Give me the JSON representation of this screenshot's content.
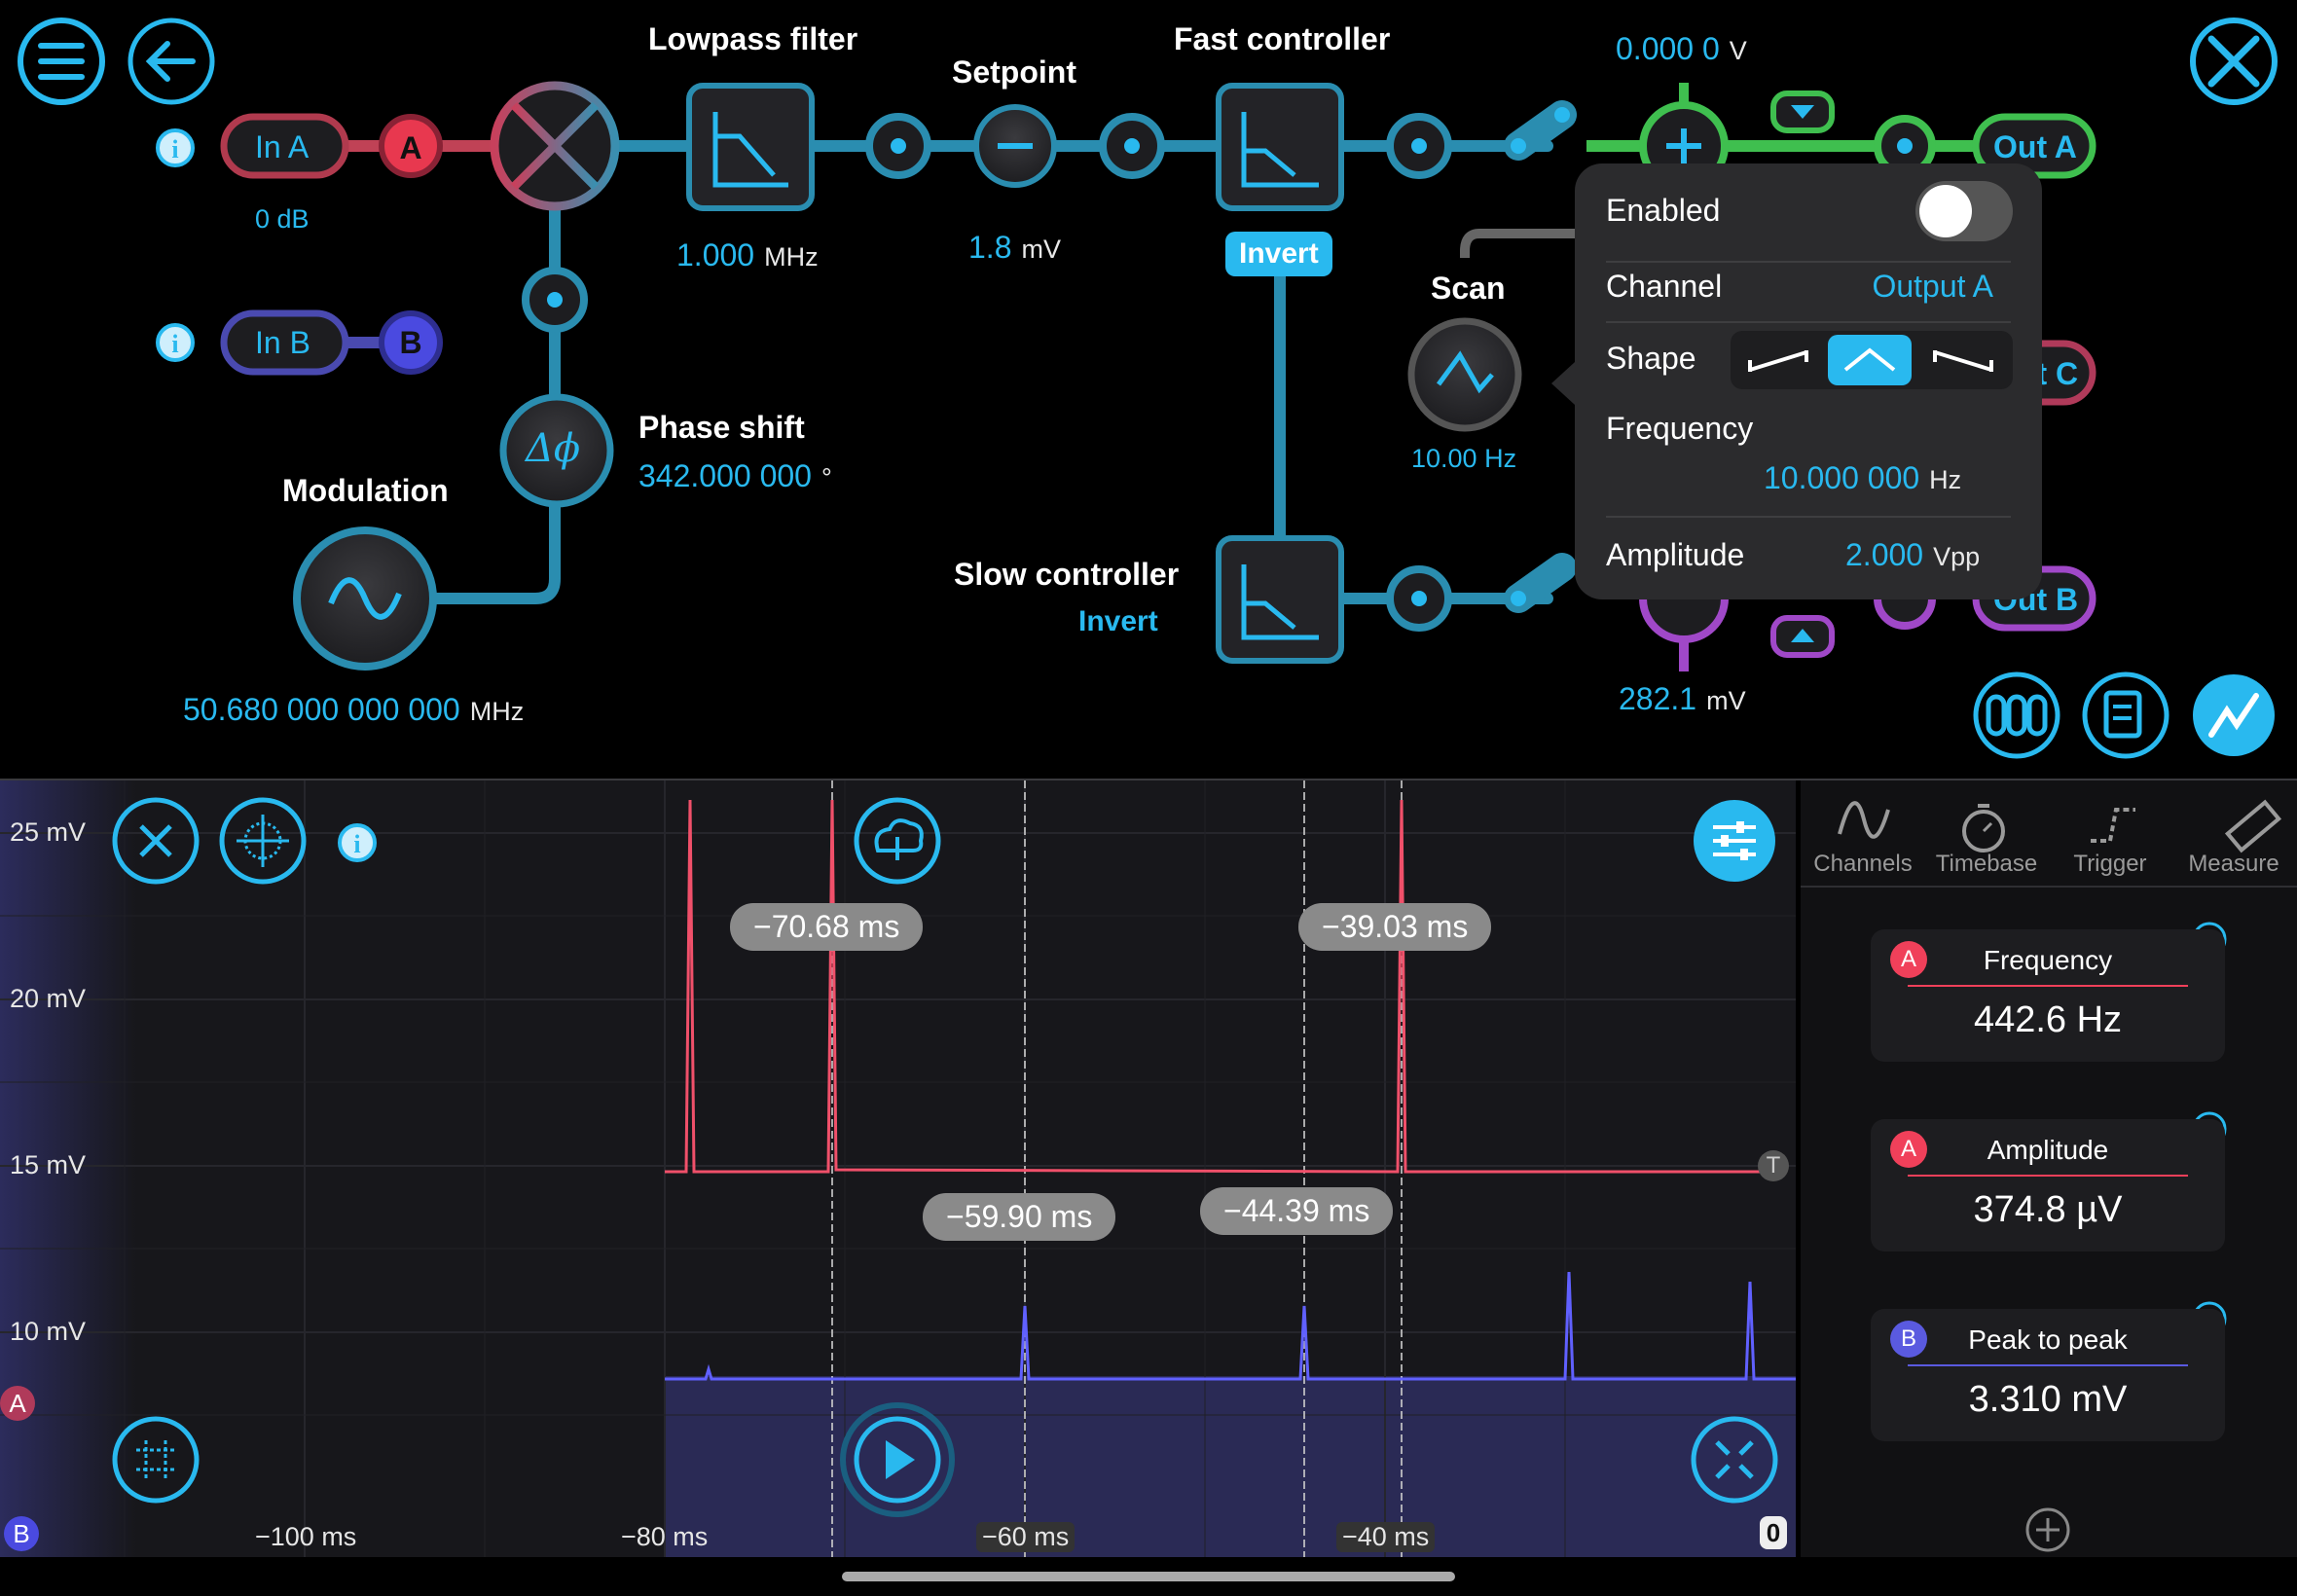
{
  "toolbar": {
    "menu_icon": "menu-icon",
    "back_icon": "back-arrow-icon",
    "tools_icon": "tools-icon"
  },
  "inputs": {
    "in_a": {
      "label": "In A",
      "badge": "A",
      "gain": "0 dB"
    },
    "in_b": {
      "label": "In B",
      "badge": "B"
    }
  },
  "blocks": {
    "lowpass": {
      "title": "Lowpass filter",
      "value": "1.000",
      "unit": "MHz"
    },
    "setpoint": {
      "title": "Setpoint",
      "value": "1.8",
      "unit": "mV"
    },
    "fast": {
      "title": "Fast controller",
      "invert": "Invert"
    },
    "slow": {
      "title": "Slow controller",
      "invert": "Invert"
    },
    "phase": {
      "title": "Phase shift",
      "value": "342.000 000",
      "unit": "°",
      "glyph": "Δϕ"
    },
    "modulation": {
      "title": "Modulation",
      "value": "50.680 000 000 000",
      "unit": "MHz"
    },
    "scan": {
      "title": "Scan",
      "value": "10.00 Hz"
    },
    "out_a": {
      "label": "Out A",
      "offset_value": "0.000 0",
      "offset_unit": "V"
    },
    "out_b": {
      "label": "Out B",
      "offset_value": "282.1",
      "offset_unit": "mV"
    },
    "out_c": {
      "label": "Out C"
    }
  },
  "popup": {
    "enabled_label": "Enabled",
    "enabled": true,
    "channel_label": "Channel",
    "channel_value": "Output A",
    "shape_label": "Shape",
    "shape_selected": "triangle",
    "frequency_label": "Frequency",
    "frequency_value": "10.000 000",
    "frequency_unit": "Hz",
    "amplitude_label": "Amplitude",
    "amplitude_value": "2.000",
    "amplitude_unit": "Vpp"
  },
  "scope": {
    "y_labels": [
      "25 mV",
      "20 mV",
      "15 mV",
      "10 mV"
    ],
    "x_labels": [
      "−100 ms",
      "−80 ms",
      "−60 ms",
      "−40 ms"
    ],
    "cursors": [
      "−70.68 ms",
      "−39.03 ms",
      "−59.90 ms",
      "−44.39 ms"
    ],
    "trigger_marker": "T",
    "zero_marker": "0",
    "channel_markers": [
      "A",
      "B"
    ]
  },
  "tabs": [
    {
      "label": "Channels",
      "icon": "sine-wave-icon"
    },
    {
      "label": "Timebase",
      "icon": "stopwatch-icon"
    },
    {
      "label": "Trigger",
      "icon": "trigger-icon"
    },
    {
      "label": "Measure",
      "icon": "ruler-icon"
    }
  ],
  "measurements": [
    {
      "channel": "A",
      "name": "Frequency",
      "value": "442.6 Hz",
      "color": "#f0405a"
    },
    {
      "channel": "A",
      "name": "Amplitude",
      "value": "374.8 µV",
      "color": "#f0405a"
    },
    {
      "channel": "B",
      "name": "Peak to peak",
      "value": "3.310 mV",
      "color": "#5a5ae0"
    }
  ],
  "colors": {
    "accent": "#29b9ef",
    "channel_a": "#f0405a",
    "channel_b": "#5a5ae0",
    "out_a": "#3fbf4f",
    "out_b": "#a048c8"
  }
}
